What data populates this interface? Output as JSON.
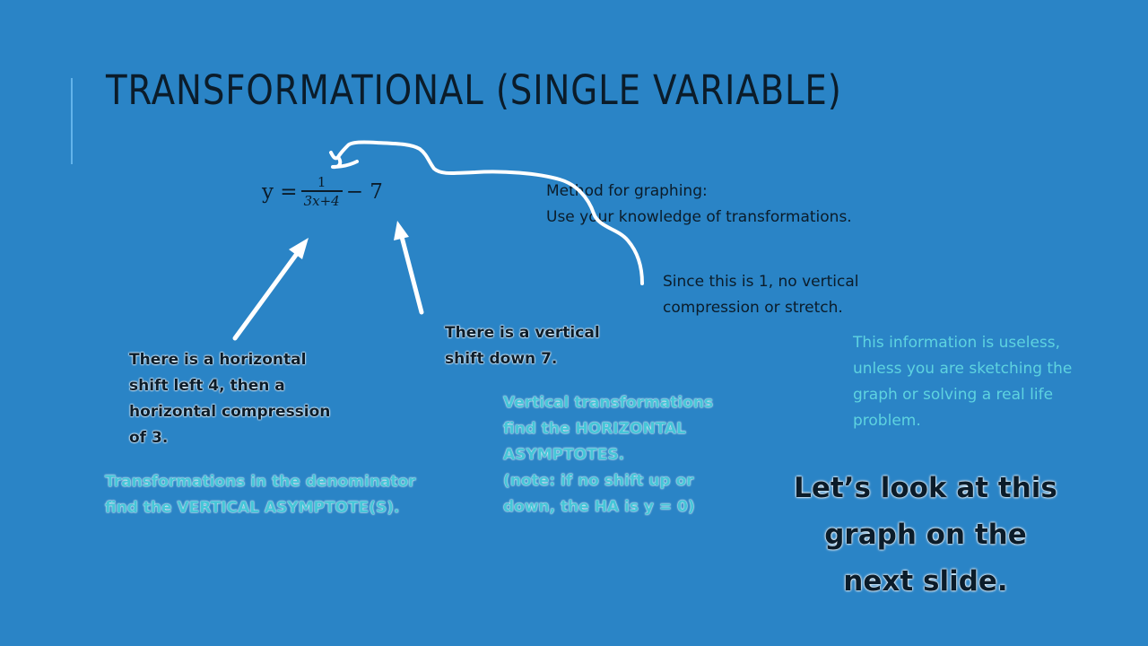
{
  "slide": {
    "title": "TRANSFORMATIONAL (SINGLE VARIABLE)"
  },
  "equation": {
    "lhs": "y =",
    "numerator": "1",
    "denominator": "3x+4",
    "rhs": "− 7"
  },
  "method": {
    "line1": "Method for graphing:",
    "line2": "Use your knowledge of transformations."
  },
  "notes": {
    "numerator_note": {
      "line1": "Since this is 1,  no vertical",
      "line2": "compression or stretch."
    },
    "useless_note": {
      "line1": "This information is useless,",
      "line2": "unless you are sketching the",
      "line3": "graph or solving a real life",
      "line4": "problem."
    },
    "vertical_shift": {
      "line1": "There is a vertical",
      "line2": "shift down 7."
    },
    "horizontal": {
      "line1": "There is a horizontal",
      "line2": "shift left 4, then a",
      "line3": "horizontal compression",
      "line4": "of 3."
    },
    "vertical_asymptote": {
      "line1": "Transformations in the denominator",
      "line2": "find the VERTICAL ASYMPTOTE(S)."
    },
    "horizontal_asymptote": {
      "line1": "Vertical transformations",
      "line2": "find the HORIZONTAL",
      "line3": "ASYMPTOTES.",
      "line4": "(note: if no shift up or",
      "line5": "down, the HA is y = 0)"
    },
    "next_slide": {
      "line1": "Let’s look at this",
      "line2": "graph on the",
      "line3": "next slide."
    }
  },
  "colors": {
    "background": "#2a84c6",
    "accent_bar": "#63b3ea",
    "annotation_cyan": "#45c6d8",
    "arrows": "#ffffff"
  }
}
